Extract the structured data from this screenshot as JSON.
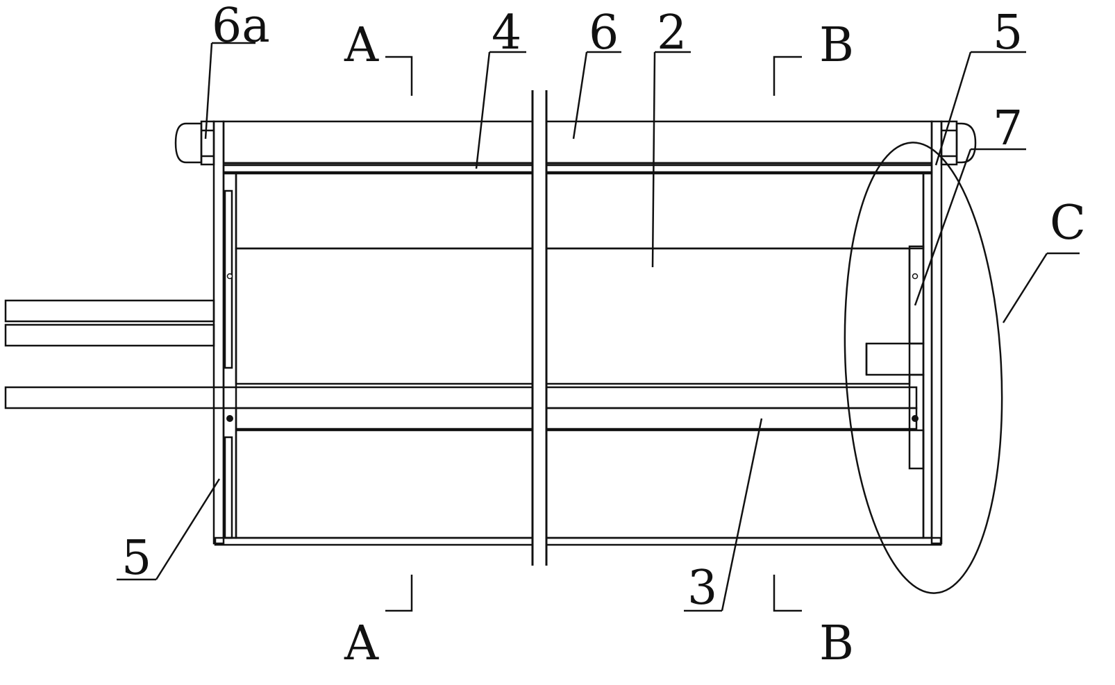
{
  "labels": {
    "part_6a": "6a",
    "section_a_top": "A",
    "part_4": "4",
    "part_6": "6",
    "part_2": "2",
    "section_b_top": "B",
    "part_5_right": "5",
    "part_7": "7",
    "detail_c": "C",
    "part_5_left": "5",
    "part_3": "3",
    "section_a_bottom": "A",
    "section_b_bottom": "B"
  }
}
